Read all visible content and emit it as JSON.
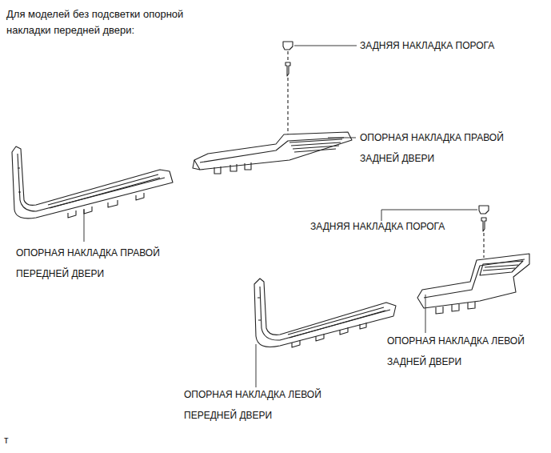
{
  "diagram": {
    "title": "Для моделей без подсветки опорной накладки передней двери:",
    "labels": [
      "ЗАДНЯЯ НАКЛАДКА ПОРОГА",
      "ОПОРНАЯ НАКЛАДКА ПРАВОЙ ЗАДНЕЙ ДВЕРИ",
      "ЗАДНЯЯ НАКЛАДКА ПОРОГА",
      "ОПОРНАЯ НАКЛАДКА ПРАВОЙ ПЕРЕДНЕЙ ДВЕРИ",
      "ОПОРНАЯ НАКЛАДКА ЛЕВОЙ ЗАДНЕЙ ДВЕРИ",
      "ОПОРНАЯ НАКЛАДКА ЛЕВОЙ ПЕРЕДНЕЙ ДВЕРИ",
      "т"
    ]
  }
}
